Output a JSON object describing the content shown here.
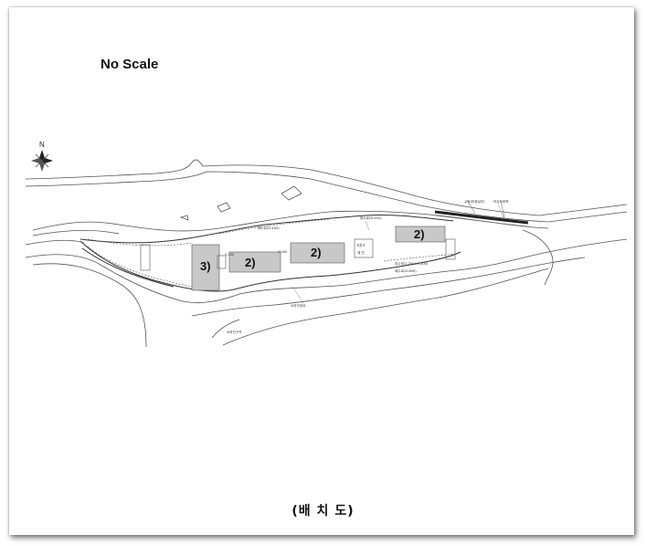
{
  "scale_note": "No Scale",
  "caption": "(배 치 도)",
  "compass": {
    "label": "N"
  },
  "buildings": [
    {
      "id": "b1",
      "label": "3)"
    },
    {
      "id": "b2",
      "label": "2)"
    },
    {
      "id": "b3",
      "label": "2)"
    },
    {
      "id": "b4",
      "label": "2)"
    }
  ],
  "small_labels": {
    "facility": "저류조",
    "facility2": "재 민",
    "pipe_top": "배수로(D-450)",
    "pipe_right1": "집수정(1,200×1,200)",
    "pipe_right2": "배수로(D-600)",
    "bank_top_left": "용수로(D-450)",
    "bank_top_right": "교량(파종설치)",
    "bank_far_right": "보강토옹벽",
    "bottom_mid": "소하천정비",
    "bottom_left": "소하천구역",
    "dim1": "5,200",
    "dim2": "2,000"
  },
  "colors": {
    "building_fill": "#c8c8c8",
    "line": "#444444"
  }
}
